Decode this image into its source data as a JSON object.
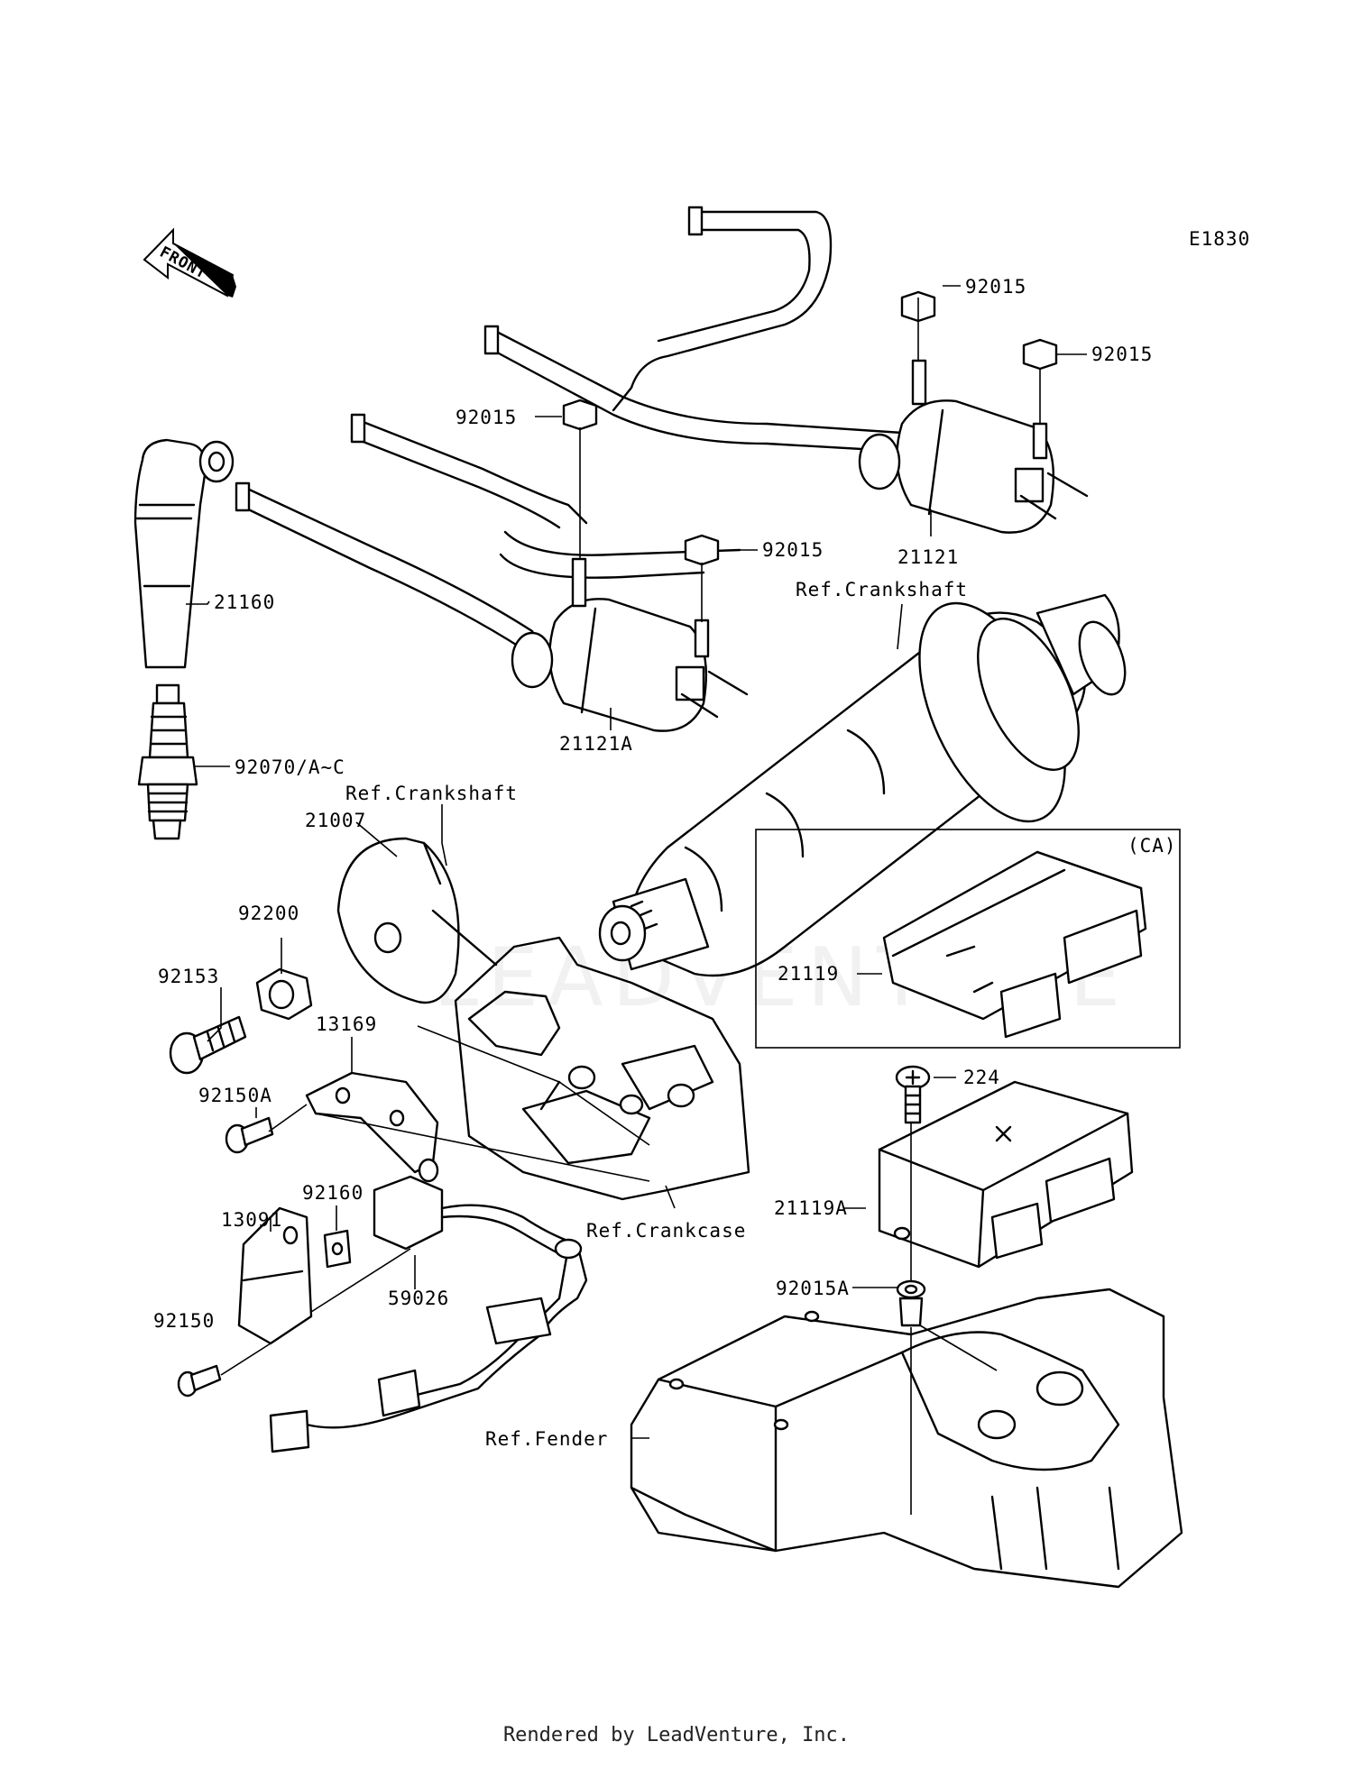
{
  "diagram_code": "E1830",
  "front_label": "FRONT",
  "watermark": "LEADVENTURE",
  "footer": "Rendered by LeadVenture, Inc.",
  "labels": {
    "p92015_a": "92015",
    "p92015_b": "92015",
    "p92015_c": "92015",
    "p92015_d": "92015",
    "p21121": "21121",
    "p21121A": "21121A",
    "p21160": "21160",
    "p92070": "92070/A~C",
    "ref_crankshaft_1": "Ref.Crankshaft",
    "ref_crankshaft_2": "Ref.Crankshaft",
    "p21007": "21007",
    "p92200": "92200",
    "p92153": "92153",
    "p13169": "13169",
    "p92150A": "92150A",
    "p92160": "92160",
    "p13091": "13091",
    "p92150": "92150",
    "p59026": "59026",
    "ref_crankcase": "Ref.Crankcase",
    "ca": "(CA)",
    "p21119": "21119",
    "p224": "224",
    "p21119A": "21119A",
    "p92015A": "92015A",
    "ref_fender": "Ref.Fender"
  }
}
